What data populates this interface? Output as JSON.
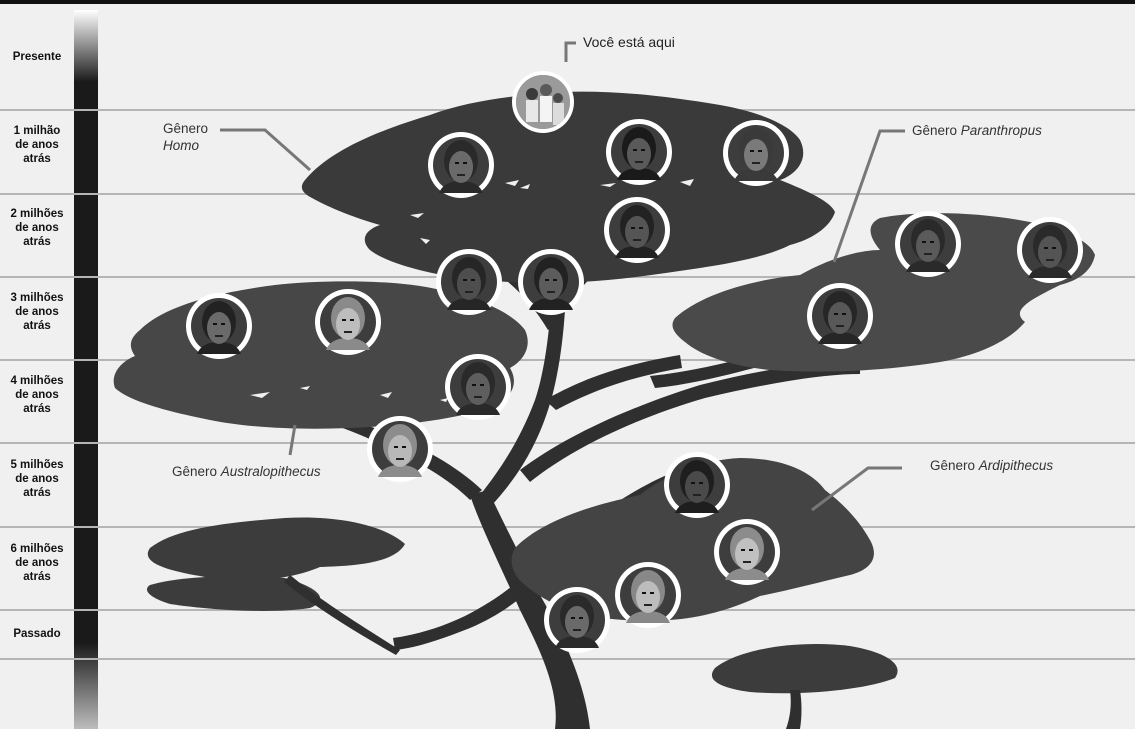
{
  "timeline": {
    "bands": [
      {
        "id": "present",
        "lines": [
          "Presente"
        ]
      },
      {
        "id": "1m",
        "lines": [
          "1 milhão",
          "de anos",
          "atrás"
        ]
      },
      {
        "id": "2m",
        "lines": [
          "2 milhões",
          "de anos",
          "atrás"
        ]
      },
      {
        "id": "3m",
        "lines": [
          "3 milhões",
          "de anos",
          "atrás"
        ]
      },
      {
        "id": "4m",
        "lines": [
          "4 milhões",
          "de anos",
          "atrás"
        ]
      },
      {
        "id": "5m",
        "lines": [
          "5 milhões",
          "de anos",
          "atrás"
        ]
      },
      {
        "id": "6m",
        "lines": [
          "6 milhões",
          "de anos",
          "atrás"
        ]
      },
      {
        "id": "past",
        "lines": [
          "Passado"
        ]
      }
    ]
  },
  "labels": {
    "you_are_here": "Você está aqui",
    "homo_prefix": "Gênero",
    "homo_name": "Homo",
    "paranthropus_prefix": "Gênero ",
    "paranthropus_name": "Paranthropus",
    "australopithecus_prefix": "Gênero ",
    "australopithecus_name": "Australopithecus",
    "ardipithecus_prefix": "Gênero ",
    "ardipithecus_name": "Ardipithecus"
  },
  "colors": {
    "background": "#f0f0f0",
    "tree_dark": "#2f2f2f",
    "tree_mid": "#4a4a4a",
    "tree_light": "#5e5e5e",
    "grid_line": "#b5b5b5",
    "portrait_ring": "#ffffff"
  },
  "icons": {
    "portrait": "hominin-portrait-icon",
    "group_photo": "group-photo-icon"
  }
}
